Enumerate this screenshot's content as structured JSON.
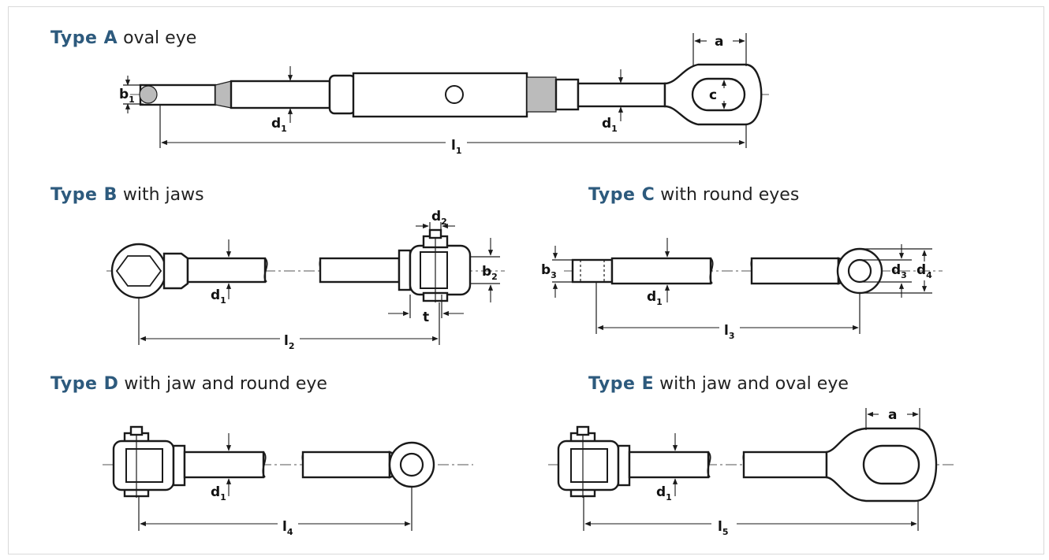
{
  "types": [
    {
      "id": "A",
      "type_label": "Type A",
      "desc": "oval eye"
    },
    {
      "id": "B",
      "type_label": "Type B",
      "desc": "with jaws"
    },
    {
      "id": "C",
      "type_label": "Type C",
      "desc": "with round eyes"
    },
    {
      "id": "D",
      "type_label": "Type D",
      "desc": "with jaw and round eye"
    },
    {
      "id": "E",
      "type_label": "Type E",
      "desc": "with jaw and oval eye"
    }
  ],
  "dims": {
    "a": "a",
    "c": "c",
    "t": "t",
    "b": "b",
    "d": "d",
    "l": "l",
    "sub1": "1",
    "sub2": "2",
    "sub3": "3",
    "sub4": "4",
    "sub5": "5"
  },
  "colors": {
    "type_label": "#2d5a7d",
    "line": "#1a1a1a",
    "frame": "#d9d9d9"
  }
}
